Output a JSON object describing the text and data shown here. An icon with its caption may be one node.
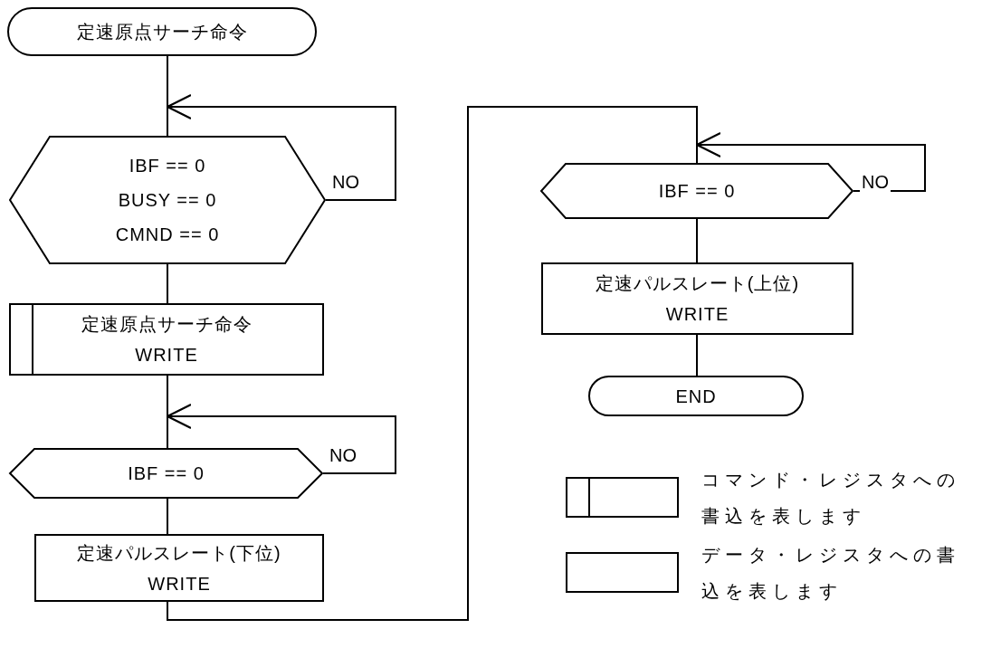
{
  "diagram": {
    "nodes": [
      {
        "text": [
          "定速原点サーチ命令"
        ]
      },
      {
        "text": [
          "IBF == 0",
          "BUSY == 0",
          "CMND == 0"
        ]
      },
      {
        "text": [
          "定速原点サーチ命令",
          "WRITE"
        ]
      },
      {
        "text": [
          "IBF == 0"
        ]
      },
      {
        "text": [
          "定速パルスレート(下位)",
          "WRITE"
        ]
      },
      {
        "text": [
          "IBF == 0"
        ]
      },
      {
        "text": [
          "定速パルスレート(上位)",
          "WRITE"
        ]
      },
      {
        "text": [
          "END"
        ]
      }
    ],
    "edges": [
      {
        "from": 0,
        "to": 1,
        "arrow": "none"
      },
      {
        "from": 1,
        "to": 1,
        "label": "NO",
        "arrow": "to"
      },
      {
        "from": 1,
        "to": 2,
        "arrow": "none"
      },
      {
        "from": 2,
        "to": 3,
        "arrow": "none"
      },
      {
        "from": 3,
        "to": 3,
        "label": "NO",
        "arrow": "to"
      },
      {
        "from": 3,
        "to": 4,
        "arrow": "none"
      },
      {
        "from": 4,
        "to": 5,
        "arrow": "none"
      },
      {
        "from": 5,
        "to": 5,
        "label": "NO",
        "arrow": "to"
      },
      {
        "from": 5,
        "to": 6,
        "arrow": "none"
      },
      {
        "from": 6,
        "to": 7,
        "arrow": "none"
      }
    ],
    "legend": [
      {
        "text": "コマンド・レジスタへの書込を表します"
      },
      {
        "text": "データ・レジスタへの書込を表します"
      }
    ]
  }
}
